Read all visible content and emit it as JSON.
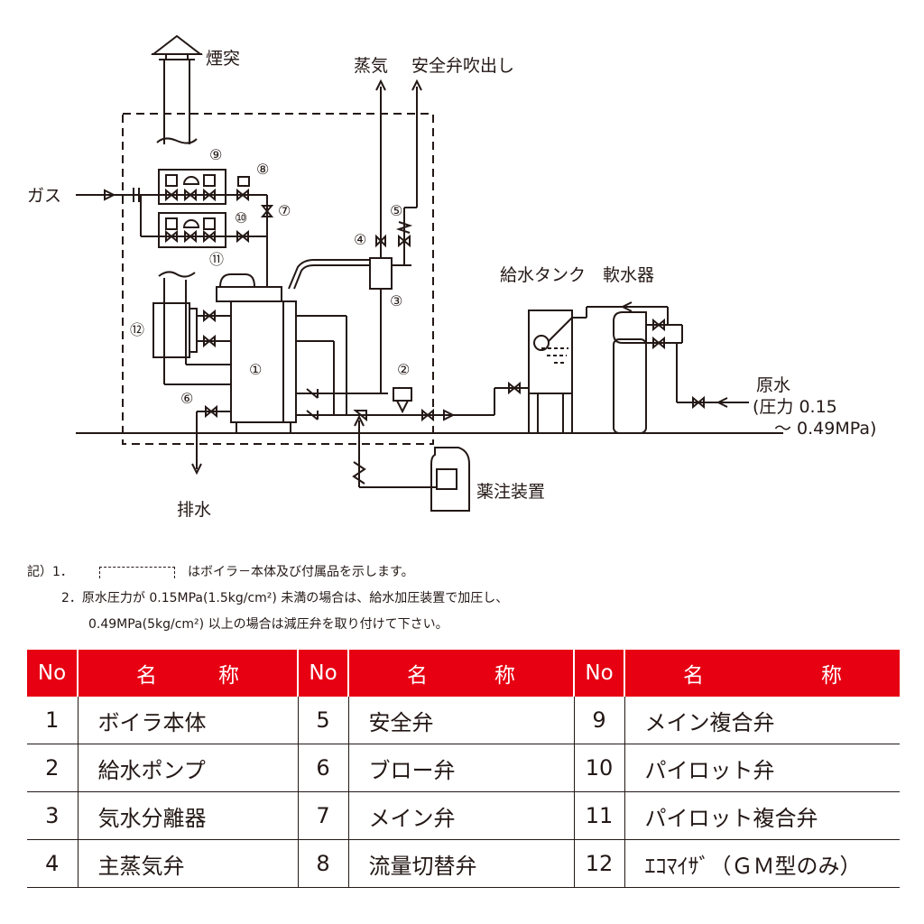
{
  "diagram": {
    "labels": {
      "chimney": "煙突",
      "steam": "蒸気",
      "safety_blowoff": "安全弁吹出し",
      "gas": "ガス",
      "feed_tank_softener": "給水タンク　軟水器",
      "raw_water": "原水",
      "raw_water_pressure_1": "(圧力 0.15",
      "raw_water_pressure_2": "～ 0.49MPa)",
      "chemical_feeder": "薬注装置",
      "drain": "排水"
    },
    "markers": [
      "①",
      "②",
      "③",
      "④",
      "⑤",
      "⑥",
      "⑦",
      "⑧",
      "⑨",
      "⑩",
      "⑪",
      "⑫"
    ]
  },
  "notes": {
    "prefix": "記）1．",
    "line1_suffix": "はボイラ－本体及び付属品を示します。",
    "line2": "2．原水圧力が 0.15MPa(1.5kg/cm²) 未満の場合は、給水加圧装置で加圧し、",
    "line3": "0.49MPa(5kg/cm²) 以上の場合は減圧弁を取り付けて下さい。"
  },
  "table": {
    "header_no": "No",
    "header_name_1": "名",
    "header_name_2": "称",
    "columns": [
      [
        {
          "no": "1",
          "name": "ボイラ本体"
        },
        {
          "no": "2",
          "name": "給水ポンプ"
        },
        {
          "no": "3",
          "name": "気水分離器"
        },
        {
          "no": "4",
          "name": "主蒸気弁"
        }
      ],
      [
        {
          "no": "5",
          "name": "安全弁"
        },
        {
          "no": "6",
          "name": "ブロー弁"
        },
        {
          "no": "7",
          "name": "メイン弁"
        },
        {
          "no": "8",
          "name": "流量切替弁"
        }
      ],
      [
        {
          "no": "9",
          "name": "メイン複合弁"
        },
        {
          "no": "10",
          "name": "パイロット弁"
        },
        {
          "no": "11",
          "name": "パイロット複合弁"
        },
        {
          "no": "12",
          "name": "ｴｺﾏｲｻﾞ（ＧＭ型のみ）"
        }
      ]
    ]
  },
  "colors": {
    "accent": "#e60012",
    "line": "#231815"
  }
}
